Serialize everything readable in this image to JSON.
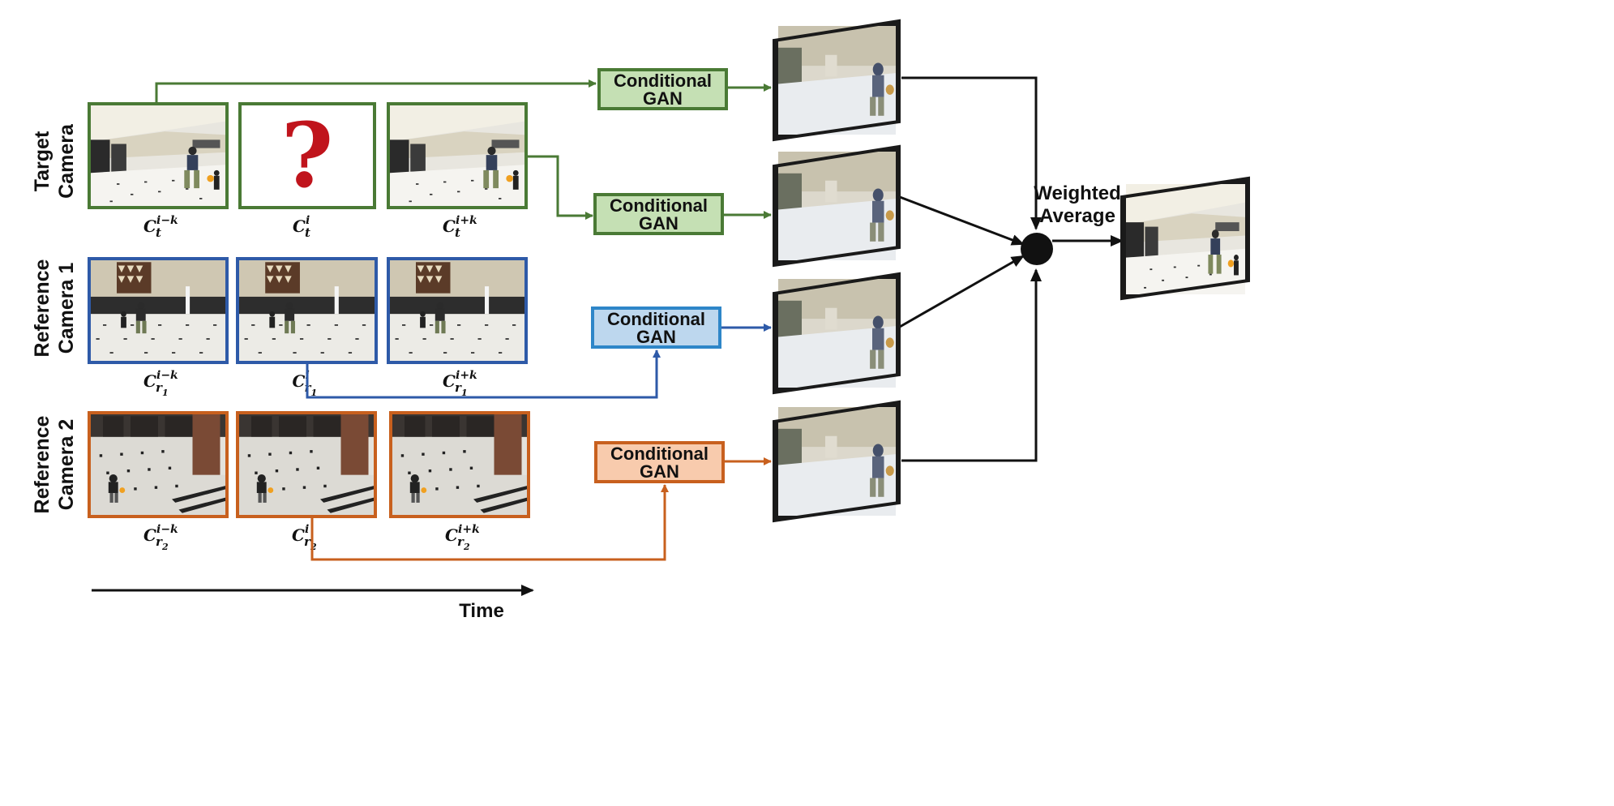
{
  "rows": [
    {
      "id": "target",
      "label_lines": [
        "Target",
        "Camera"
      ],
      "color": "#4a7a35",
      "frames": [
        {
          "base": "C",
          "sub": "t",
          "sup": "i−k",
          "content": "photo-hall-target"
        },
        {
          "base": "C",
          "sub": "t",
          "sup": "i",
          "content": "question-mark"
        },
        {
          "base": "C",
          "sub": "t",
          "sup": "i+k",
          "content": "photo-hall-target"
        }
      ]
    },
    {
      "id": "ref1",
      "label_lines": [
        "Reference",
        "Camera 1"
      ],
      "color": "#2e5aa8",
      "frames": [
        {
          "base": "C",
          "sub": "r",
          "subsub": "1",
          "sup": "i−k",
          "content": "photo-hall-ref1"
        },
        {
          "base": "C",
          "sub": "r",
          "subsub": "1",
          "sup": "i",
          "content": "photo-hall-ref1"
        },
        {
          "base": "C",
          "sub": "r",
          "subsub": "1",
          "sup": "i+k",
          "content": "photo-hall-ref1"
        }
      ]
    },
    {
      "id": "ref2",
      "label_lines": [
        "Reference",
        "Camera 2"
      ],
      "color": "#c8601e",
      "frames": [
        {
          "base": "C",
          "sub": "r",
          "subsub": "2",
          "sup": "i−k",
          "content": "photo-hall-ref2"
        },
        {
          "base": "C",
          "sub": "r",
          "subsub": "2",
          "sup": "i",
          "content": "photo-hall-ref2"
        },
        {
          "base": "C",
          "sub": "r",
          "subsub": "2",
          "sup": "i+k",
          "content": "photo-hall-ref2"
        }
      ]
    }
  ],
  "gans": [
    {
      "label_lines": [
        "Conditional",
        "GAN"
      ],
      "fill": "#c5e0b4",
      "stroke": "#4a7a35"
    },
    {
      "label_lines": [
        "Conditional",
        "GAN"
      ],
      "fill": "#c5e0b4",
      "stroke": "#4a7a35"
    },
    {
      "label_lines": [
        "Conditional",
        "GAN"
      ],
      "fill": "#bdd7ee",
      "stroke": "#2e86c8"
    },
    {
      "label_lines": [
        "Conditional",
        "GAN"
      ],
      "fill": "#f8cbad",
      "stroke": "#c8601e"
    }
  ],
  "weighted_average": {
    "label_lines": [
      "Weighted",
      "Average"
    ]
  },
  "time_axis": {
    "label": "Time"
  },
  "colors": {
    "green": "#4a7a35",
    "blue": "#2e5aa8",
    "orange": "#c8601e",
    "black": "#111111",
    "question": "#c0141c"
  }
}
